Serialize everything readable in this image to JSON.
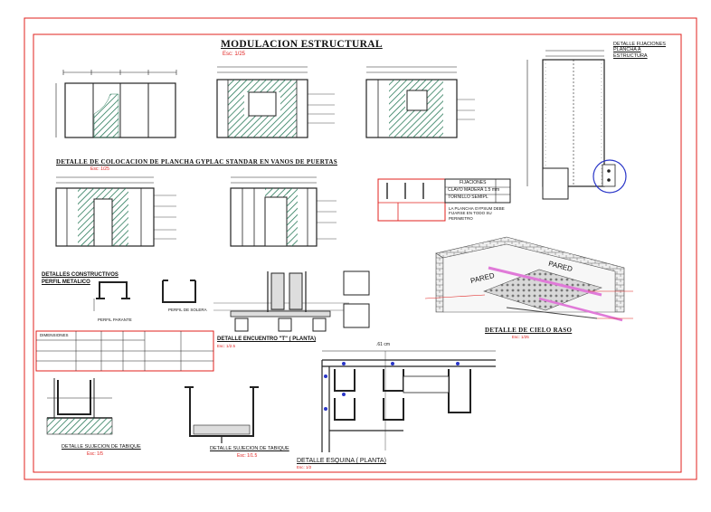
{
  "sheet": {
    "main_title": "MODULACION ESTRUCTURAL",
    "main_scale": "Esc: 1/25",
    "door_section_title": "DETALLE DE COLOCACION DE PLANCHA GYPLAC STANDAR EN VANOS DE PUERTAS",
    "door_section_scale": "Esc: 1/25",
    "right_panel_title": "DETALLE FIJACIONES PLANCHA A ESTRUCTURA",
    "constructive_title": "DETALLES CONSTRUCTIVOS PERFIL METALICO",
    "ceiling_title": "DETALLE DE CIELO RASO",
    "ceiling_scale": "Esc: 1/25",
    "t_detail_title": "DETALLE ENCUENTRO \"T\" ( PLANTA)",
    "t_detail_scale": "Esc: 1/2.5",
    "corner_title": "DETALLE ESQUINA ( PLANTA)",
    "corner_scale": "Esc: 1/2",
    "base_left_title": "DETALLE SUJECION DE TABIQUE",
    "base_left_scale": "Esc: 1/5",
    "base_right_title": "DETALLE SUJECION DE TABIQUE",
    "base_right_scale": "Esc: 1/1.5",
    "wall_labels": [
      "PARED",
      "PARED"
    ],
    "dim_corner": ".61 cm",
    "fasteners_header": "FIJACIONES",
    "fasteners_row1": "CLAVO MADERA 1.5 mm",
    "fasteners_row2": "TORNILLO SEMIPL",
    "fasteners_note": "LA PLANCHA GYPSUM DEBE FIJARSE EN TODO SU PERIMETRO",
    "sub_profile_left": "PERFIL PARANTE",
    "sub_profile_right": "PERFIL DE SOLERA",
    "table_header_left": "DIMENSIONES"
  }
}
